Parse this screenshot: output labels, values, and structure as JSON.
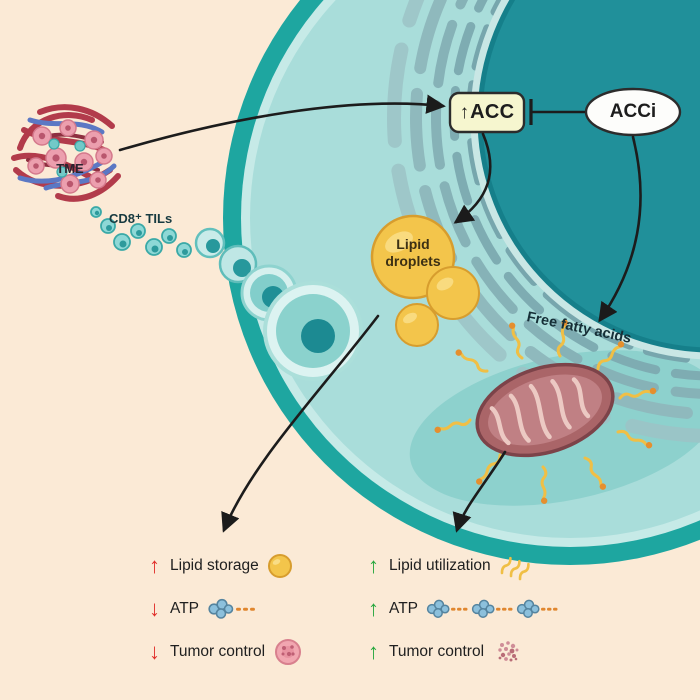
{
  "scene": {
    "tme_label": "TME",
    "cd8_label": "CD8⁺ TILs",
    "acc": {
      "arrow": "↑",
      "text": "ACC"
    },
    "acci_label": "ACCi",
    "lipid_droplets_label": "Lipid droplets",
    "free_fatty_acids_label": "Free fatty acids"
  },
  "outcomes": {
    "left": {
      "items": [
        {
          "direction": "↑",
          "trend": "increase",
          "label": "Lipid storage",
          "icon": "lipid-droplet-icon"
        },
        {
          "direction": "↓",
          "trend": "decrease",
          "label": "ATP",
          "icon": "atp-molecule-icon"
        },
        {
          "direction": "↓",
          "trend": "decrease",
          "label": "Tumor control",
          "icon": "tumor-cell-icon"
        }
      ],
      "arrow_color": "#e02f2a"
    },
    "right": {
      "items": [
        {
          "direction": "↑",
          "trend": "increase",
          "label": "Lipid utilization",
          "icon": "fatty-acid-squiggles-icon"
        },
        {
          "direction": "↑",
          "trend": "increase",
          "label": "ATP",
          "icon": "atp-molecules-icon"
        },
        {
          "direction": "↑",
          "trend": "increase",
          "label": "Tumor control",
          "icon": "tumor-speckled-icon"
        }
      ],
      "arrow_color": "#27a73e"
    }
  },
  "colors": {
    "background": "#fbead6",
    "cell_membrane": "#1ea6a0",
    "cytoplasm": "#a9ddda",
    "nucleus": "#20909a",
    "endoplasmic_reticulum": "#8db4b8",
    "lipid_droplet": "#f3c54b",
    "mitochondrion": "#aa6568",
    "fatty_acid": "#f0bf45",
    "tme_vessel_red": "#b23b4b",
    "tme_vessel_blue": "#5b78c4",
    "increase_green": "#27a73e",
    "decrease_red": "#e02f2a"
  }
}
